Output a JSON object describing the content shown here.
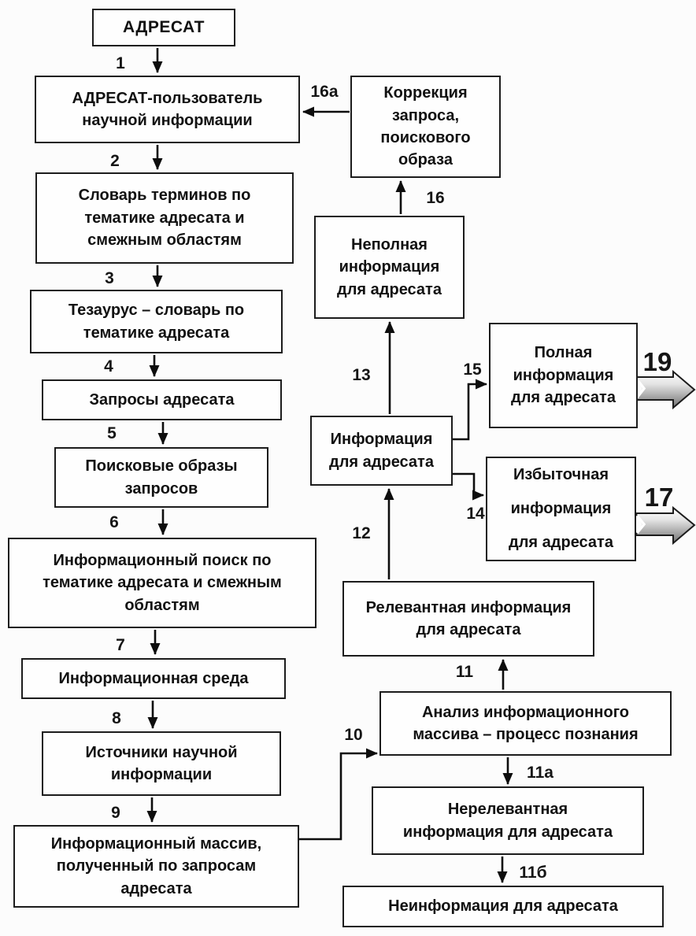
{
  "boxes": {
    "adresat": "АДРЕСАТ",
    "adresat_polzovatel": "АДРЕСАТ-пользователь\nнаучной информации",
    "slovar_terminov": "Словарь терминов по\nтематике адресата и\nсмежным областям",
    "tezaurus": "Тезаурус – словарь по\nтематике адресата",
    "zaprosy": "Запросы адресата",
    "poiskovye_obrazy": "Поисковые образы\nзапросов",
    "info_poisk": "Информационный поиск по\nтематике адресата и смежным\nобластям",
    "info_sreda": "Информационная среда",
    "istochniki": "Источники научной\nинформации",
    "info_massiv": "Информационный массив,\nполученный по запросам\nадресата",
    "korrekcia": "Коррекция\nзапроса,\nпоискового\nобраза",
    "nepolnaya": "Неполная\nинформация\nдля адресата",
    "informacia": "Информация\nдля адресата",
    "polnaya": "Полная\nинформация\nдля адресата",
    "izbytochnaya": "Избыточная\nинформация\nдля адресата",
    "relevantnaya": "Релевантная информация\nдля адресата",
    "analiz": "Анализ информационного\nмассива – процесс познания",
    "nerelevantnaya": "Нерелевантная\nинформация для адресата",
    "neinformacia": "Неинформация для адресата"
  },
  "edge_labels": {
    "n1": "1",
    "n2": "2",
    "n3": "3",
    "n4": "4",
    "n5": "5",
    "n6": "6",
    "n7": "7",
    "n8": "8",
    "n9": "9",
    "n10": "10",
    "n11": "11",
    "n11a": "11а",
    "n11b": "11б",
    "n12": "12",
    "n13": "13",
    "n14": "14",
    "n15": "15",
    "n16": "16",
    "n16a": "16а",
    "n17": "17",
    "n19": "19"
  },
  "colors": {
    "line": "#0d0d0d",
    "box_border": "#1c1c1c",
    "block_arrow_light": "#ffffff",
    "block_arrow_dark": "#6f6f6f"
  }
}
